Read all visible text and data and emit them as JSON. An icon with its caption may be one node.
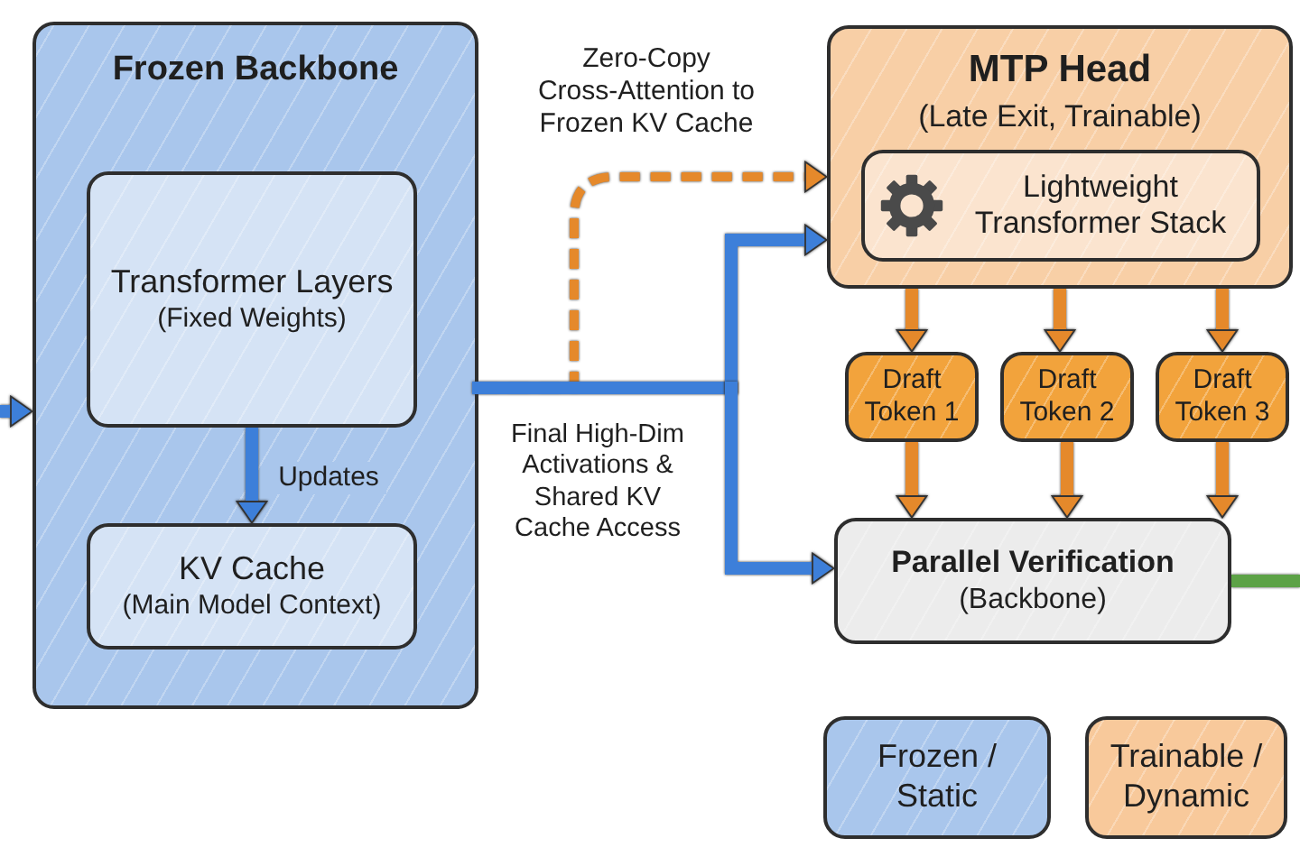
{
  "diagram": {
    "nodes": [
      {
        "text": [
          "Frozen Backbone"
        ]
      },
      {
        "text": [
          "Transformer Layers",
          "(Fixed Weights)"
        ],
        "in": 0
      },
      {
        "text": [
          "KV Cache",
          "(Main Model Context)"
        ],
        "in": 0
      },
      {
        "text": [
          "MTP Head",
          "(Late Exit, Trainable)"
        ]
      },
      {
        "text": [
          "Lightweight Transformer Stack"
        ],
        "in": 3
      },
      {
        "text": [
          "Draft Token 1"
        ]
      },
      {
        "text": [
          "Draft Token 2"
        ]
      },
      {
        "text": [
          "Draft Token 3"
        ]
      },
      {
        "text": [
          "Parallel Verification",
          "(Backbone)"
        ]
      }
    ],
    "edges": [
      {
        "from": null,
        "to": 0,
        "arrow": "to",
        "color": "#3d7fd9"
      },
      {
        "from": 1,
        "to": 2,
        "arrow": "to",
        "label": "Updates",
        "color": "#3d7fd9"
      },
      {
        "from": 0,
        "to": 3,
        "arrow": "to",
        "label": "Final High-Dim Activations & Shared KV Cache Access",
        "color": "#3d7fd9"
      },
      {
        "from": 0,
        "to": 8,
        "arrow": "to",
        "color": "#3d7fd9"
      },
      {
        "from": 0,
        "to": 3,
        "arrow": "to",
        "label": "Zero-Copy Cross-Attention to Frozen KV Cache",
        "style": "dashed"
      },
      {
        "from": 3,
        "to": 5,
        "arrow": "to"
      },
      {
        "from": 3,
        "to": 6,
        "arrow": "to"
      },
      {
        "from": 3,
        "to": 7,
        "arrow": "to"
      },
      {
        "from": 5,
        "to": 8,
        "arrow": "to"
      },
      {
        "from": 6,
        "to": 8,
        "arrow": "to"
      },
      {
        "from": 7,
        "to": 8,
        "arrow": "to"
      },
      {
        "from": 8,
        "to": null,
        "arrow": "none",
        "color": "#5ca246"
      }
    ],
    "legend": [
      {
        "text": "Frozen / Static",
        "color": "#a9c6ec"
      },
      {
        "text": "Trainable / Dynamic",
        "color": "#f8c99b"
      }
    ]
  }
}
